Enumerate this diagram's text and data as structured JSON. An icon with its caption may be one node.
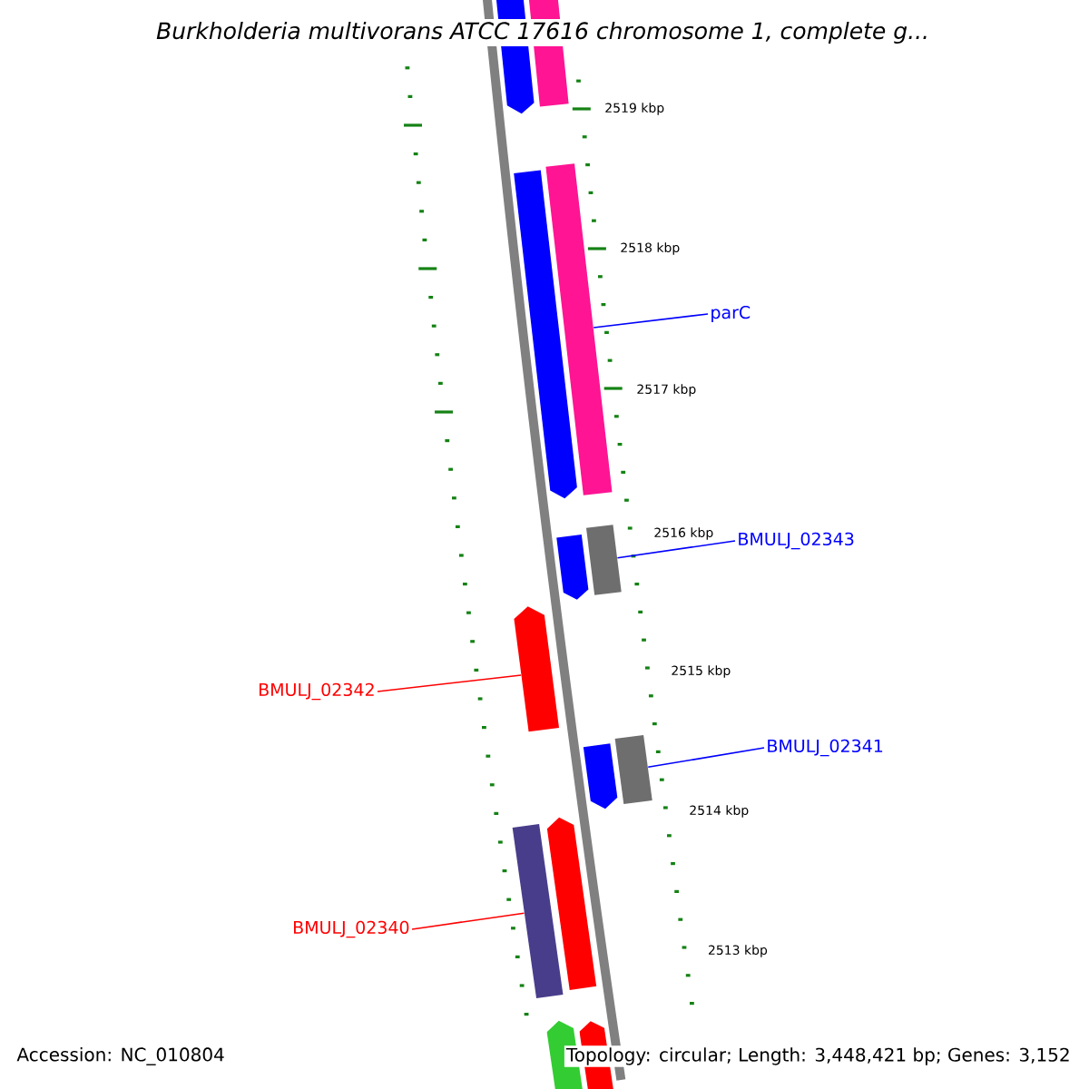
{
  "diagram": {
    "title": "Burkholderia multivorans ATCC 17616 chromosome 1, complete g...",
    "nodes": [
      {
        "text": [
          "parC"
        ]
      },
      {
        "text": [
          "BMULJ_02343"
        ]
      },
      {
        "text": [
          "BMULJ_02342"
        ]
      },
      {
        "text": [
          "BMULJ_02341"
        ]
      },
      {
        "text": [
          "BMULJ_02340"
        ]
      },
      {
        "text": [],
        "shape": "pentagon"
      },
      {
        "text": [],
        "shape": "bar"
      },
      {
        "text": [],
        "shape": "pentagon"
      },
      {
        "text": [],
        "shape": "bar"
      },
      {
        "text": [],
        "shape": "pentagon"
      },
      {
        "text": [],
        "shape": "bar"
      },
      {
        "text": [],
        "shape": "pentagon"
      },
      {
        "text": [],
        "shape": "pentagon"
      },
      {
        "text": [],
        "shape": "bar"
      },
      {
        "text": [],
        "shape": "bar"
      },
      {
        "text": [],
        "shape": "pentagon"
      },
      {
        "text": [],
        "shape": "pentagon"
      },
      {
        "text": [],
        "shape": "pentagon"
      }
    ],
    "edges": [
      {
        "from": 0,
        "to": 8,
        "arrow": "none"
      },
      {
        "from": 1,
        "to": 10,
        "arrow": "none"
      },
      {
        "from": 2,
        "to": 11,
        "arrow": "none",
        "color": "#ff0000"
      },
      {
        "from": 3,
        "to": 13,
        "arrow": "none"
      },
      {
        "from": 4,
        "to": 14,
        "arrow": "none",
        "color": "#ff0000"
      }
    ],
    "labels": [
      "2519 kbp",
      "2518 kbp",
      "2517 kbp",
      "2516 kbp",
      "2515 kbp",
      "2514 kbp",
      "2513 kbp",
      "Accession: NC_010804",
      "Topology: circular; Length: 3,448,421 bp; Genes: 3,152"
    ]
  }
}
